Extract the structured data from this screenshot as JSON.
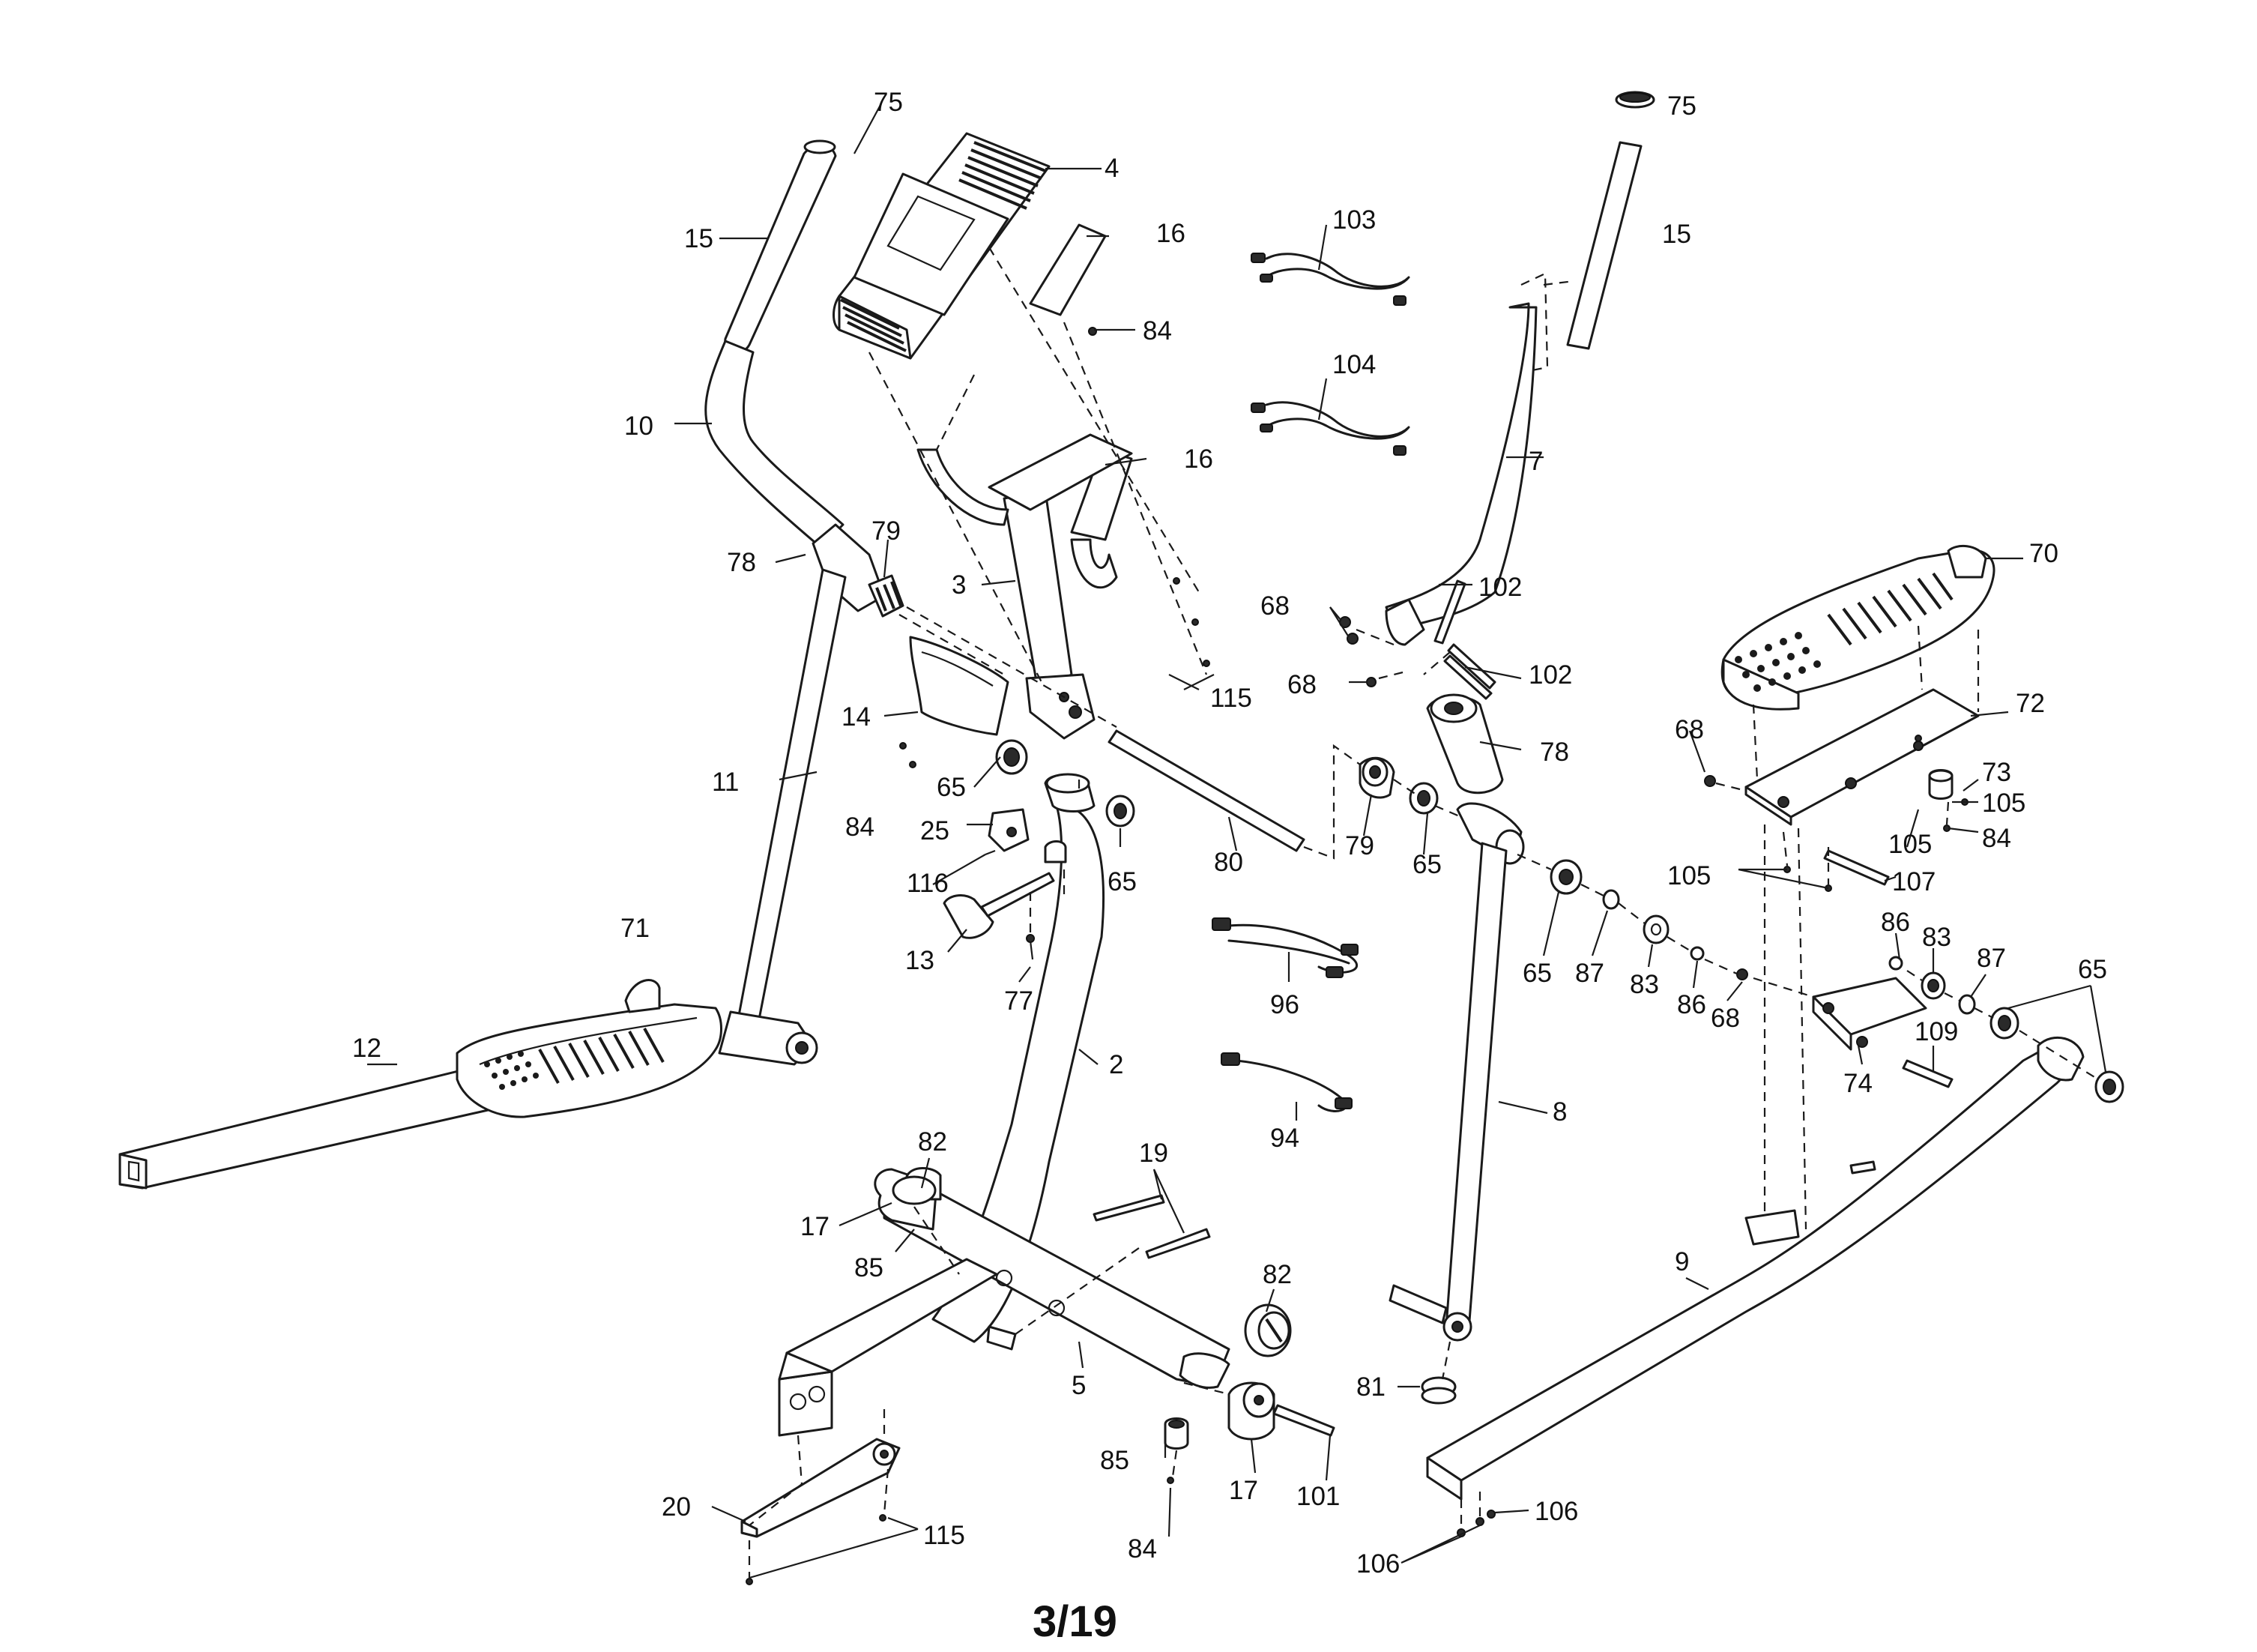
{
  "page_number": "3/19",
  "callouts": {
    "c75a": "75",
    "c75b": "75",
    "c4": "4",
    "c15a": "15",
    "c15b": "15",
    "c16a": "16",
    "c16b": "16",
    "c103": "103",
    "c84a": "84",
    "c104": "104",
    "c10": "10",
    "c7": "7",
    "c79a": "79",
    "c78a": "78",
    "c3": "3",
    "c68a": "68",
    "c102a": "102",
    "c70": "70",
    "c68b": "68",
    "c102b": "102",
    "c115a": "115",
    "c14": "14",
    "c78b": "78",
    "c72": "72",
    "c68c": "68",
    "c11": "11",
    "c65a": "65",
    "c73": "73",
    "c105a": "105",
    "c84b": "84",
    "c25": "25",
    "c80": "80",
    "c79b": "79",
    "c65b": "65",
    "c105b": "105",
    "c84c": "84",
    "c116": "116",
    "c65c": "65",
    "c105c": "105",
    "c107": "107",
    "c71": "71",
    "c13": "13",
    "c96": "96",
    "c86a": "86",
    "c83a": "83",
    "c87a": "87",
    "c65d": "65",
    "c77": "77",
    "c65e": "65",
    "c87b": "87",
    "c83b": "83",
    "c86b": "86",
    "c68d": "68",
    "c109": "109",
    "c12": "12",
    "c2": "2",
    "c74": "74",
    "c94": "94",
    "c8": "8",
    "c82a": "82",
    "c19": "19",
    "c17a": "17",
    "c85a": "85",
    "c9": "9",
    "c82b": "82",
    "c5": "5",
    "c81": "81",
    "c85b": "85",
    "c17b": "17",
    "c101": "101",
    "c20": "20",
    "c115b": "115",
    "c84d": "84",
    "c106a": "106",
    "c106b": "106"
  }
}
